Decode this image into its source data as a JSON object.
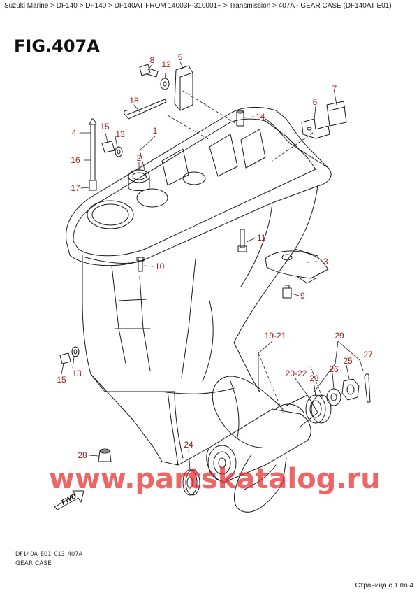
{
  "breadcrumb": {
    "items": [
      "Suzuki Marine",
      "DF140",
      "DF140",
      "DF140AT FROM 14003F-310001~",
      "Transmission",
      "407A - GEAR CASE (DF140AT E01)"
    ],
    "separator": ">"
  },
  "figure": {
    "title": "FIG.407A",
    "code": "DF140A_E01_013_407A",
    "caption": "GEAR CASE"
  },
  "callouts": [
    {
      "id": "c8",
      "label": "8"
    },
    {
      "id": "c12",
      "label": "12"
    },
    {
      "id": "c5",
      "label": "5"
    },
    {
      "id": "c7",
      "label": "7"
    },
    {
      "id": "c18",
      "label": "18"
    },
    {
      "id": "c6",
      "label": "6"
    },
    {
      "id": "c14",
      "label": "14"
    },
    {
      "id": "c4",
      "label": "4"
    },
    {
      "id": "c15a",
      "label": "15"
    },
    {
      "id": "c13a",
      "label": "13"
    },
    {
      "id": "c1",
      "label": "1"
    },
    {
      "id": "c16",
      "label": "16"
    },
    {
      "id": "c2",
      "label": "2"
    },
    {
      "id": "c17",
      "label": "17"
    },
    {
      "id": "c11",
      "label": "11"
    },
    {
      "id": "c10",
      "label": "10"
    },
    {
      "id": "c3",
      "label": "3"
    },
    {
      "id": "c9",
      "label": "9"
    },
    {
      "id": "c19_21",
      "label": "19-21"
    },
    {
      "id": "c29",
      "label": "29"
    },
    {
      "id": "c27",
      "label": "27"
    },
    {
      "id": "c25",
      "label": "25"
    },
    {
      "id": "c26",
      "label": "26"
    },
    {
      "id": "c20_22",
      "label": "20-22"
    },
    {
      "id": "c23",
      "label": "23"
    },
    {
      "id": "c13b",
      "label": "13"
    },
    {
      "id": "c15b",
      "label": "15"
    },
    {
      "id": "c28",
      "label": "28"
    },
    {
      "id": "c24",
      "label": "24"
    }
  ],
  "fwd_label": "FWD",
  "watermark": "www.partskatalog.ru",
  "pager": "Страница с 1 по 4",
  "colors": {
    "callout": "#b01818",
    "watermark": "#eb2828",
    "line": "#1a1a1a"
  }
}
